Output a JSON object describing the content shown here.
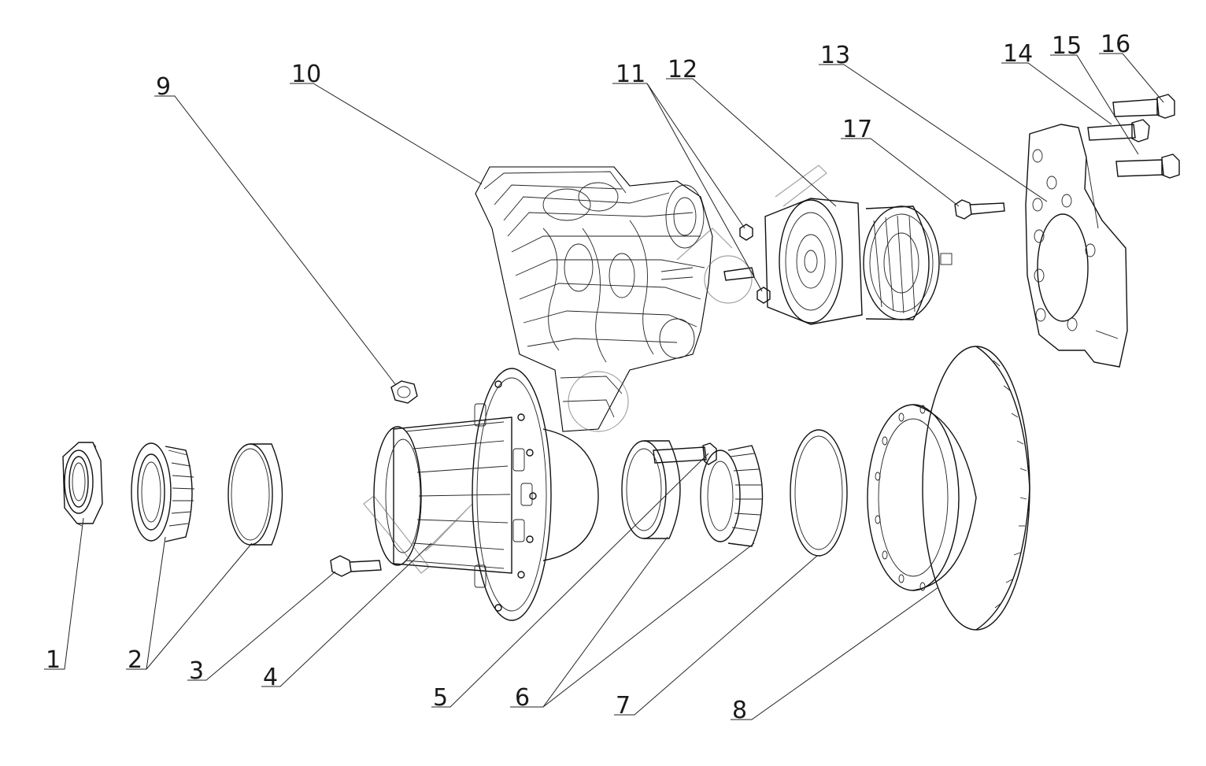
{
  "diagram": {
    "type": "exploded-view",
    "callouts": [
      {
        "id": "c1",
        "label": "1"
      },
      {
        "id": "c2",
        "label": "2"
      },
      {
        "id": "c3",
        "label": "3"
      },
      {
        "id": "c4",
        "label": "4"
      },
      {
        "id": "c5",
        "label": "5"
      },
      {
        "id": "c6",
        "label": "6"
      },
      {
        "id": "c7",
        "label": "7"
      },
      {
        "id": "c8",
        "label": "8"
      },
      {
        "id": "c9",
        "label": "9"
      },
      {
        "id": "c10",
        "label": "10"
      },
      {
        "id": "c11",
        "label": "11"
      },
      {
        "id": "c12",
        "label": "12"
      },
      {
        "id": "c13",
        "label": "13"
      },
      {
        "id": "c14",
        "label": "14"
      },
      {
        "id": "c15",
        "label": "15"
      },
      {
        "id": "c16",
        "label": "16"
      },
      {
        "id": "c17",
        "label": "17"
      }
    ],
    "colors": {
      "line": "#111111",
      "background": "#ffffff"
    }
  }
}
